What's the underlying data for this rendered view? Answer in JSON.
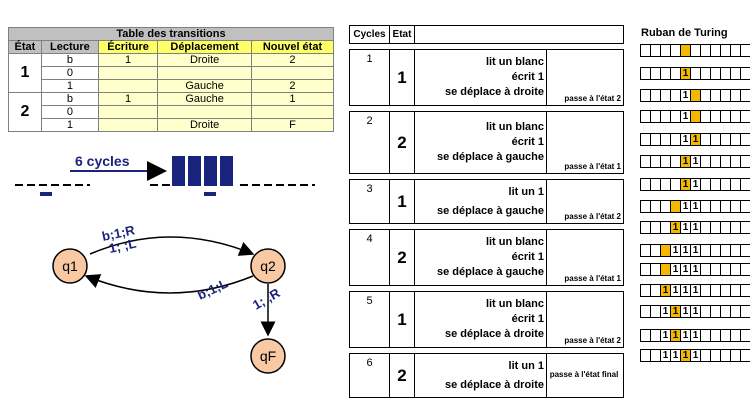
{
  "transition_table": {
    "title": "Table des transitions",
    "headers": [
      "État",
      "Lecture",
      "Écriture",
      "Déplacement",
      "Nouvel état"
    ],
    "rows": [
      {
        "etat": "1",
        "lecture": "b",
        "ecriture": "1",
        "deplacement": "Droite",
        "nouvel": "2"
      },
      {
        "etat": "",
        "lecture": "0",
        "ecriture": "",
        "deplacement": "",
        "nouvel": ""
      },
      {
        "etat": "",
        "lecture": "1",
        "ecriture": "",
        "deplacement": "Gauche",
        "nouvel": "2"
      },
      {
        "etat": "2",
        "lecture": "b",
        "ecriture": "1",
        "deplacement": "Gauche",
        "nouvel": "1"
      },
      {
        "etat": "",
        "lecture": "0",
        "ecriture": "",
        "deplacement": "",
        "nouvel": ""
      },
      {
        "etat": "",
        "lecture": "1",
        "ecriture": "",
        "deplacement": "Droite",
        "nouvel": "F"
      }
    ]
  },
  "cycles_label": "6 cycles",
  "state_diagram": {
    "states": [
      "q1",
      "q2",
      "qF"
    ],
    "edges": [
      {
        "from": "q1",
        "to": "q2",
        "label1": "b;1;R",
        "label2": "1; ;L"
      },
      {
        "from": "q2",
        "to": "q1",
        "label1": "b;1;L",
        "label2": ""
      },
      {
        "from": "q2",
        "to": "qF",
        "label1": "1; ;R",
        "label2": ""
      }
    ]
  },
  "cycle_table": {
    "headers": [
      "Cycles",
      "Etat",
      ""
    ],
    "rows": [
      {
        "cycle": "1",
        "etat": "1",
        "actions": [
          "lit un blanc",
          "écrit 1",
          "se déplace à droite"
        ],
        "passe": "passe à l'état 2"
      },
      {
        "cycle": "2",
        "etat": "2",
        "actions": [
          "lit un blanc",
          "écrit 1",
          "se déplace à gauche"
        ],
        "passe": "passe à l'état 1"
      },
      {
        "cycle": "3",
        "etat": "1",
        "actions": [
          "lit un 1",
          "",
          "se déplace à gauche"
        ],
        "passe": "passe à l'état 2"
      },
      {
        "cycle": "4",
        "etat": "2",
        "actions": [
          "lit un blanc",
          "écrit 1",
          "se déplace à gauche"
        ],
        "passe": "passe à l'état 1"
      },
      {
        "cycle": "5",
        "etat": "1",
        "actions": [
          "lit un blanc",
          "écrit 1",
          "se déplace à droite"
        ],
        "passe": "passe à l'état 2"
      },
      {
        "cycle": "6",
        "etat": "2",
        "actions": [
          "lit un 1",
          "",
          "se déplace à droite"
        ],
        "passe": "passe à l'état final"
      }
    ]
  },
  "ruban": {
    "title": "Ruban de Turing",
    "tapes": [
      {
        "cells": [
          "",
          "",
          "",
          "",
          "",
          "",
          "",
          "",
          "",
          "",
          ""
        ],
        "head": 4
      },
      {
        "cells": [
          "",
          "",
          "",
          "",
          "1",
          "",
          "",
          "",
          "",
          "",
          ""
        ],
        "head": 4
      },
      {
        "cells": [
          "",
          "",
          "",
          "",
          "1",
          "",
          "",
          "",
          "",
          "",
          ""
        ],
        "head": 5
      },
      {
        "cells": [
          "",
          "",
          "",
          "",
          "1",
          "",
          "",
          "",
          "",
          "",
          ""
        ],
        "head": 5
      },
      {
        "cells": [
          "",
          "",
          "",
          "",
          "1",
          "1",
          "",
          "",
          "",
          "",
          ""
        ],
        "head": 5
      },
      {
        "cells": [
          "",
          "",
          "",
          "",
          "1",
          "1",
          "",
          "",
          "",
          "",
          ""
        ],
        "head": 4
      },
      {
        "cells": [
          "",
          "",
          "",
          "",
          "1",
          "1",
          "",
          "",
          "",
          "",
          ""
        ],
        "head": 4
      },
      {
        "cells": [
          "",
          "",
          "",
          "",
          "1",
          "1",
          "",
          "",
          "",
          "",
          ""
        ],
        "head": 3
      },
      {
        "cells": [
          "",
          "",
          "",
          "1",
          "1",
          "1",
          "",
          "",
          "",
          "",
          ""
        ],
        "head": 3
      },
      {
        "cells": [
          "",
          "",
          "",
          "1",
          "1",
          "1",
          "",
          "",
          "",
          "",
          ""
        ],
        "head": 2
      },
      {
        "cells": [
          "",
          "",
          "",
          "1",
          "1",
          "1",
          "",
          "",
          "",
          "",
          ""
        ],
        "head": 2
      },
      {
        "cells": [
          "",
          "",
          "1",
          "1",
          "1",
          "1",
          "",
          "",
          "",
          "",
          ""
        ],
        "head": 2
      },
      {
        "cells": [
          "",
          "",
          "1",
          "1",
          "1",
          "1",
          "",
          "",
          "",
          "",
          ""
        ],
        "head": 3
      },
      {
        "cells": [
          "",
          "",
          "1",
          "1",
          "1",
          "1",
          "",
          "",
          "",
          "",
          ""
        ],
        "head": 3
      },
      {
        "cells": [
          "",
          "",
          "1",
          "1",
          "1",
          "1",
          "",
          "",
          "",
          "",
          ""
        ],
        "head": 4
      }
    ]
  },
  "colors": {
    "state_fill": "#f9c9a4",
    "head": "#f5b800",
    "block": "#1a237e",
    "label": "#1a237e",
    "yellow_header": "#ffff66"
  }
}
